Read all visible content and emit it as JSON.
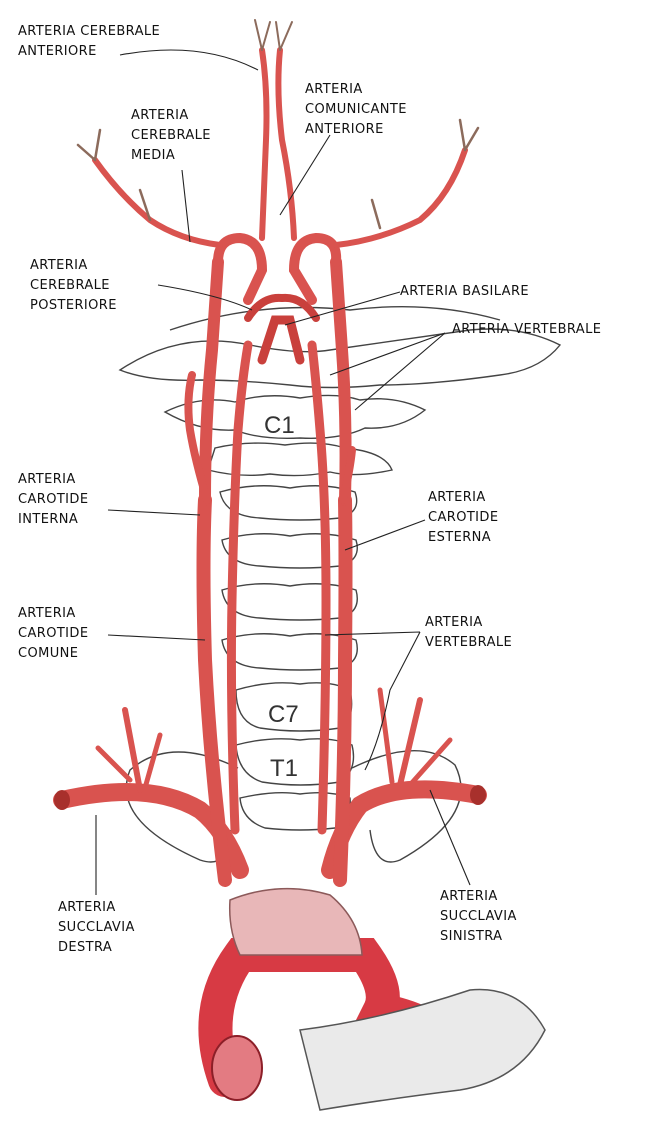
{
  "labels": {
    "cerebrale_anteriore": "ARTERIA CEREBRALE\nANTERIORE",
    "comunicante_anteriore": "ARTERIA\nCOMUNICANTE\nANTERIORE",
    "cerebrale_media": "ARTERIA\nCEREBRALE\nMEDIA",
    "cerebrale_posteriore": "ARTERIA\nCEREBRALE\nPOSTERIORE",
    "basilare": "ARTERIA BASILARE",
    "vertebrale_top": "ARTERIA VERTEBRALE",
    "carotide_interna": "ARTERIA\nCAROTIDE\nINTERNA",
    "carotide_esterna": "ARTERIA\nCAROTIDE\nESTERNA",
    "carotide_comune": "ARTERIA\nCAROTIDE\nCOMUNE",
    "vertebrale_low": "ARTERIA\nVERTEBRALE",
    "succlavia_destra": "ARTERIA\nSUCCLAVIA\nDESTRA",
    "succlavia_sinistra": "ARTERIA\nSUCCLAVIA\nSINISTRA"
  },
  "vertebra_labels": {
    "c1": "C1",
    "c7": "C7",
    "t1": "T1"
  },
  "colors": {
    "artery": "#d9534f",
    "artery_dark": "#a8302c",
    "aorta": "#d73a44",
    "trunk_pink": "#e8b7b8",
    "bone_line": "#444444"
  }
}
